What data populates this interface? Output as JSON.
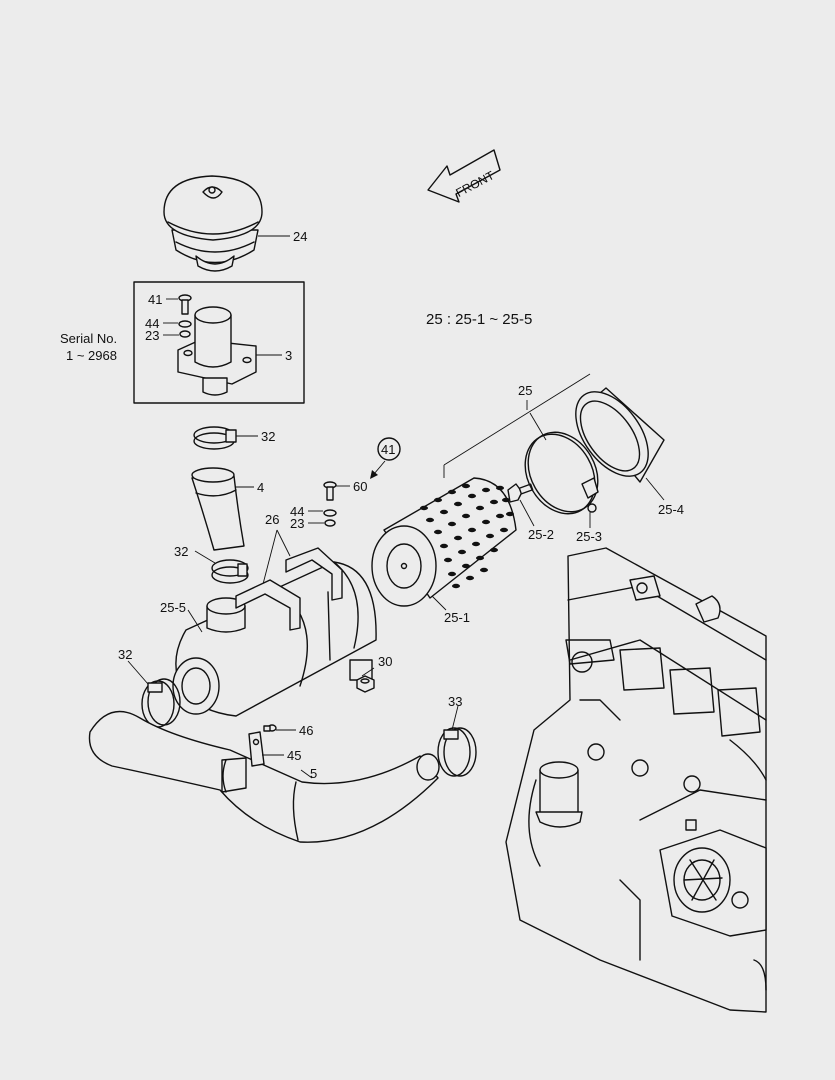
{
  "front_label": "FRONT",
  "group_note": "25 : 25-1 ~ 25-5",
  "serial_note": {
    "line1": "Serial No.",
    "line2": "1 ~ 2968"
  },
  "callouts": {
    "c24": "24",
    "c41": "41",
    "c44a": "44",
    "c23a": "23",
    "c3": "3",
    "c32a": "32",
    "c4": "4",
    "c41circle": "41",
    "c60": "60",
    "c44b": "44",
    "c23b": "23",
    "c26": "26",
    "c32b": "32",
    "c25_5": "25-5",
    "c25": "25",
    "c25_2": "25-2",
    "c25_3": "25-3",
    "c25_4": "25-4",
    "c25_1": "25-1",
    "c30": "30",
    "c32c": "32",
    "c33": "33",
    "c46": "46",
    "c45": "45",
    "c5": "5"
  }
}
